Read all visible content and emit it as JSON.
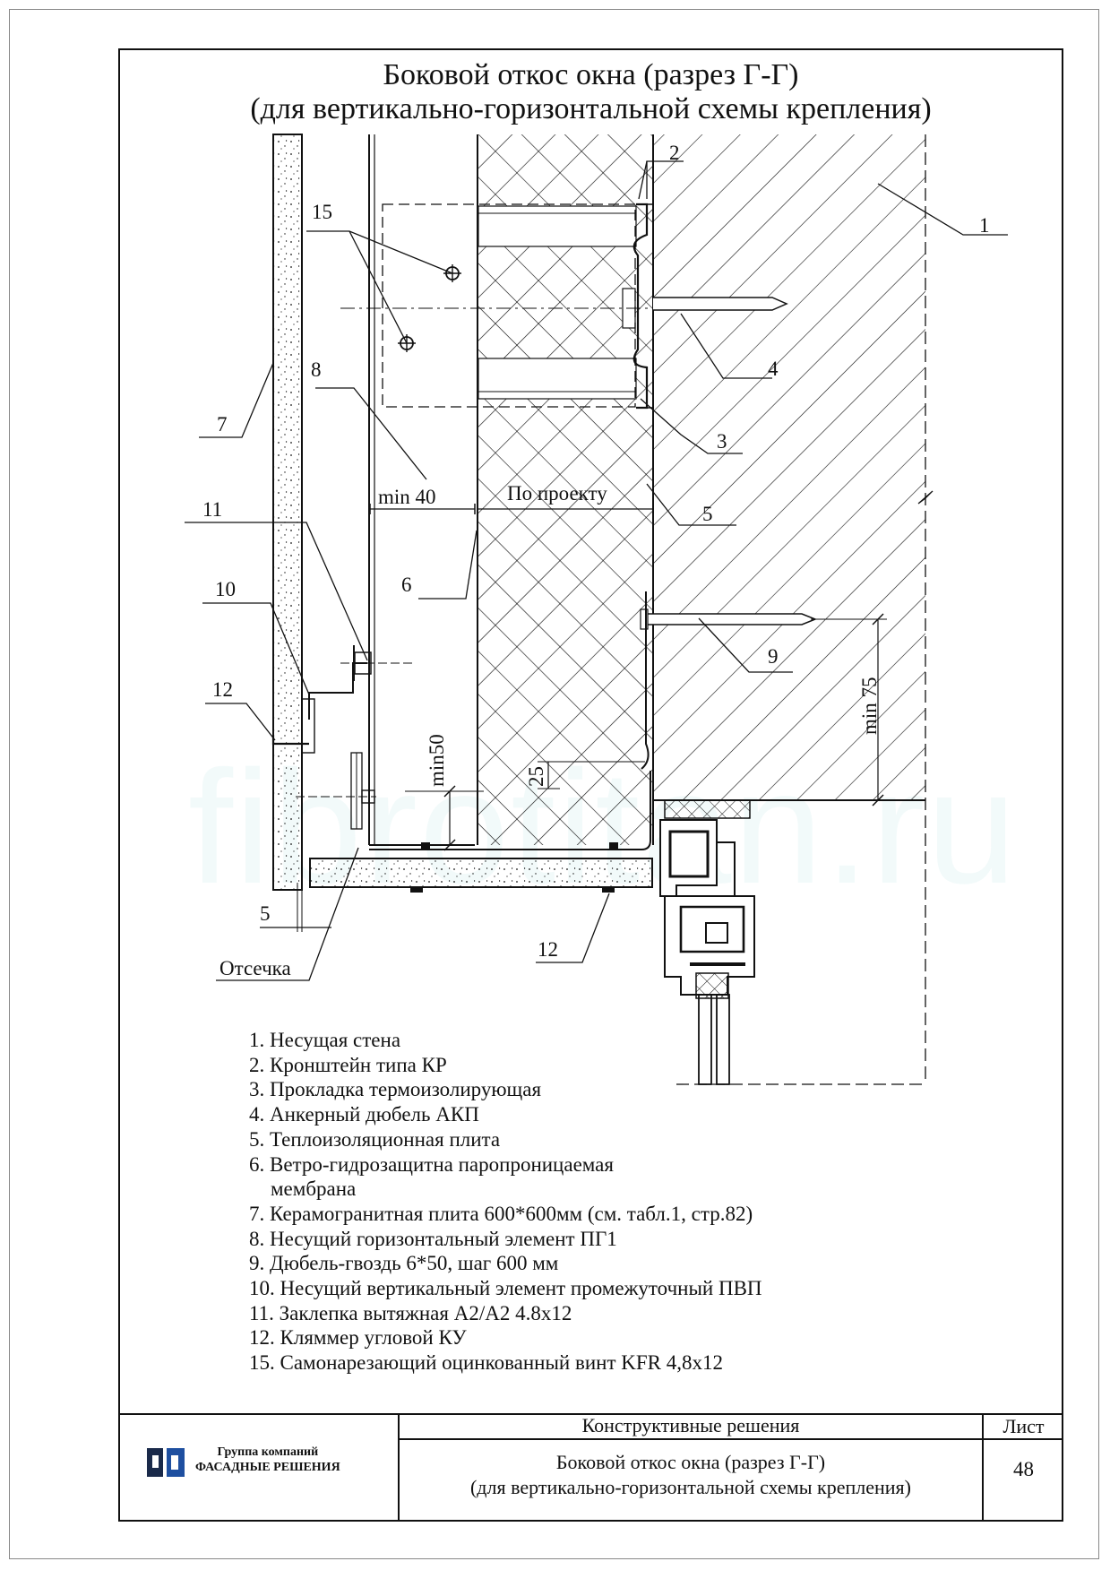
{
  "title": {
    "line1": "Боковой откос окна (разрез Г-Г)",
    "line2": "(для вертикально-горизонтальной схемы крепления)"
  },
  "callouts": {
    "c1": "1",
    "c2": "2",
    "c3": "3",
    "c4": "4",
    "c5": "5",
    "c6": "6",
    "c7": "7",
    "c8": "8",
    "c9": "9",
    "c10": "10",
    "c11": "11",
    "c12a": "12",
    "c12b": "12",
    "c15": "15"
  },
  "dimensions": {
    "min40": "min 40",
    "po_proektu": "По проекту",
    "min75": "min 75",
    "min50": "min50",
    "d25": "25",
    "d5": "5",
    "otsechka": "Отсечка"
  },
  "legend": [
    "1. Несущая стена",
    "2. Кронштейн типа КР",
    "3. Прокладка термоизолирующая",
    "4. Анкерный дюбель АКП",
    "5. Теплоизоляционная плита",
    "6. Ветро-гидрозащитна паропроницаемая",
    "мембрана",
    "7. Керамогранитная плита  600*600мм (см. табл.1, стр.82)",
    "8. Несущий горизонтальный элемент ПГ1",
    "9. Дюбель-гвоздь 6*50, шаг 600 мм",
    "10. Несущий вертикальный элемент промежуточный ПВП",
    "11. Заклепка вытяжная А2/А2 4.8х12",
    "12. Кляммер угловой КУ",
    "15. Самонарезающий оцинкованный винт KFR 4,8х12"
  ],
  "title_block": {
    "section": "Конструктивные решения",
    "sheet_label": "Лист",
    "sheet_number": "48",
    "name_line1": "Боковой откос окна (разрез Г-Г)",
    "name_line2": "(для вертикально-горизонтальной схемы крепления)",
    "company_line1": "Группа компаний",
    "company_line2": "ФАСАДНЫЕ РЕШЕНИЯ"
  },
  "watermark": "fibrotitan.ru",
  "colors": {
    "ink": "#111111",
    "watermark": "#96d2d2"
  }
}
